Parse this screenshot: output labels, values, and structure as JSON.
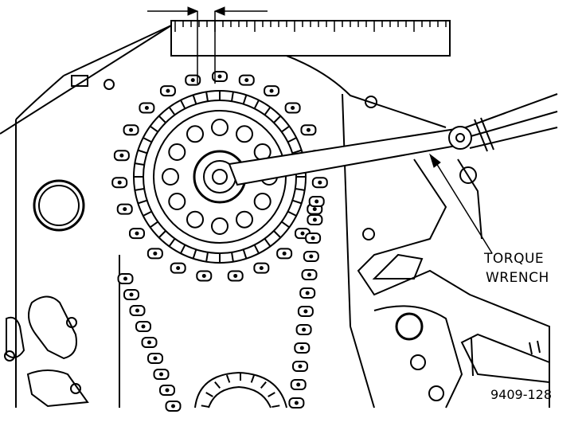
{
  "labels": {
    "torque_wrench_line1": "TORQUE",
    "torque_wrench_line2": "WRENCH"
  },
  "figure_id": "9409-128",
  "colors": {
    "ink": "#000000",
    "paper": "#ffffff"
  }
}
